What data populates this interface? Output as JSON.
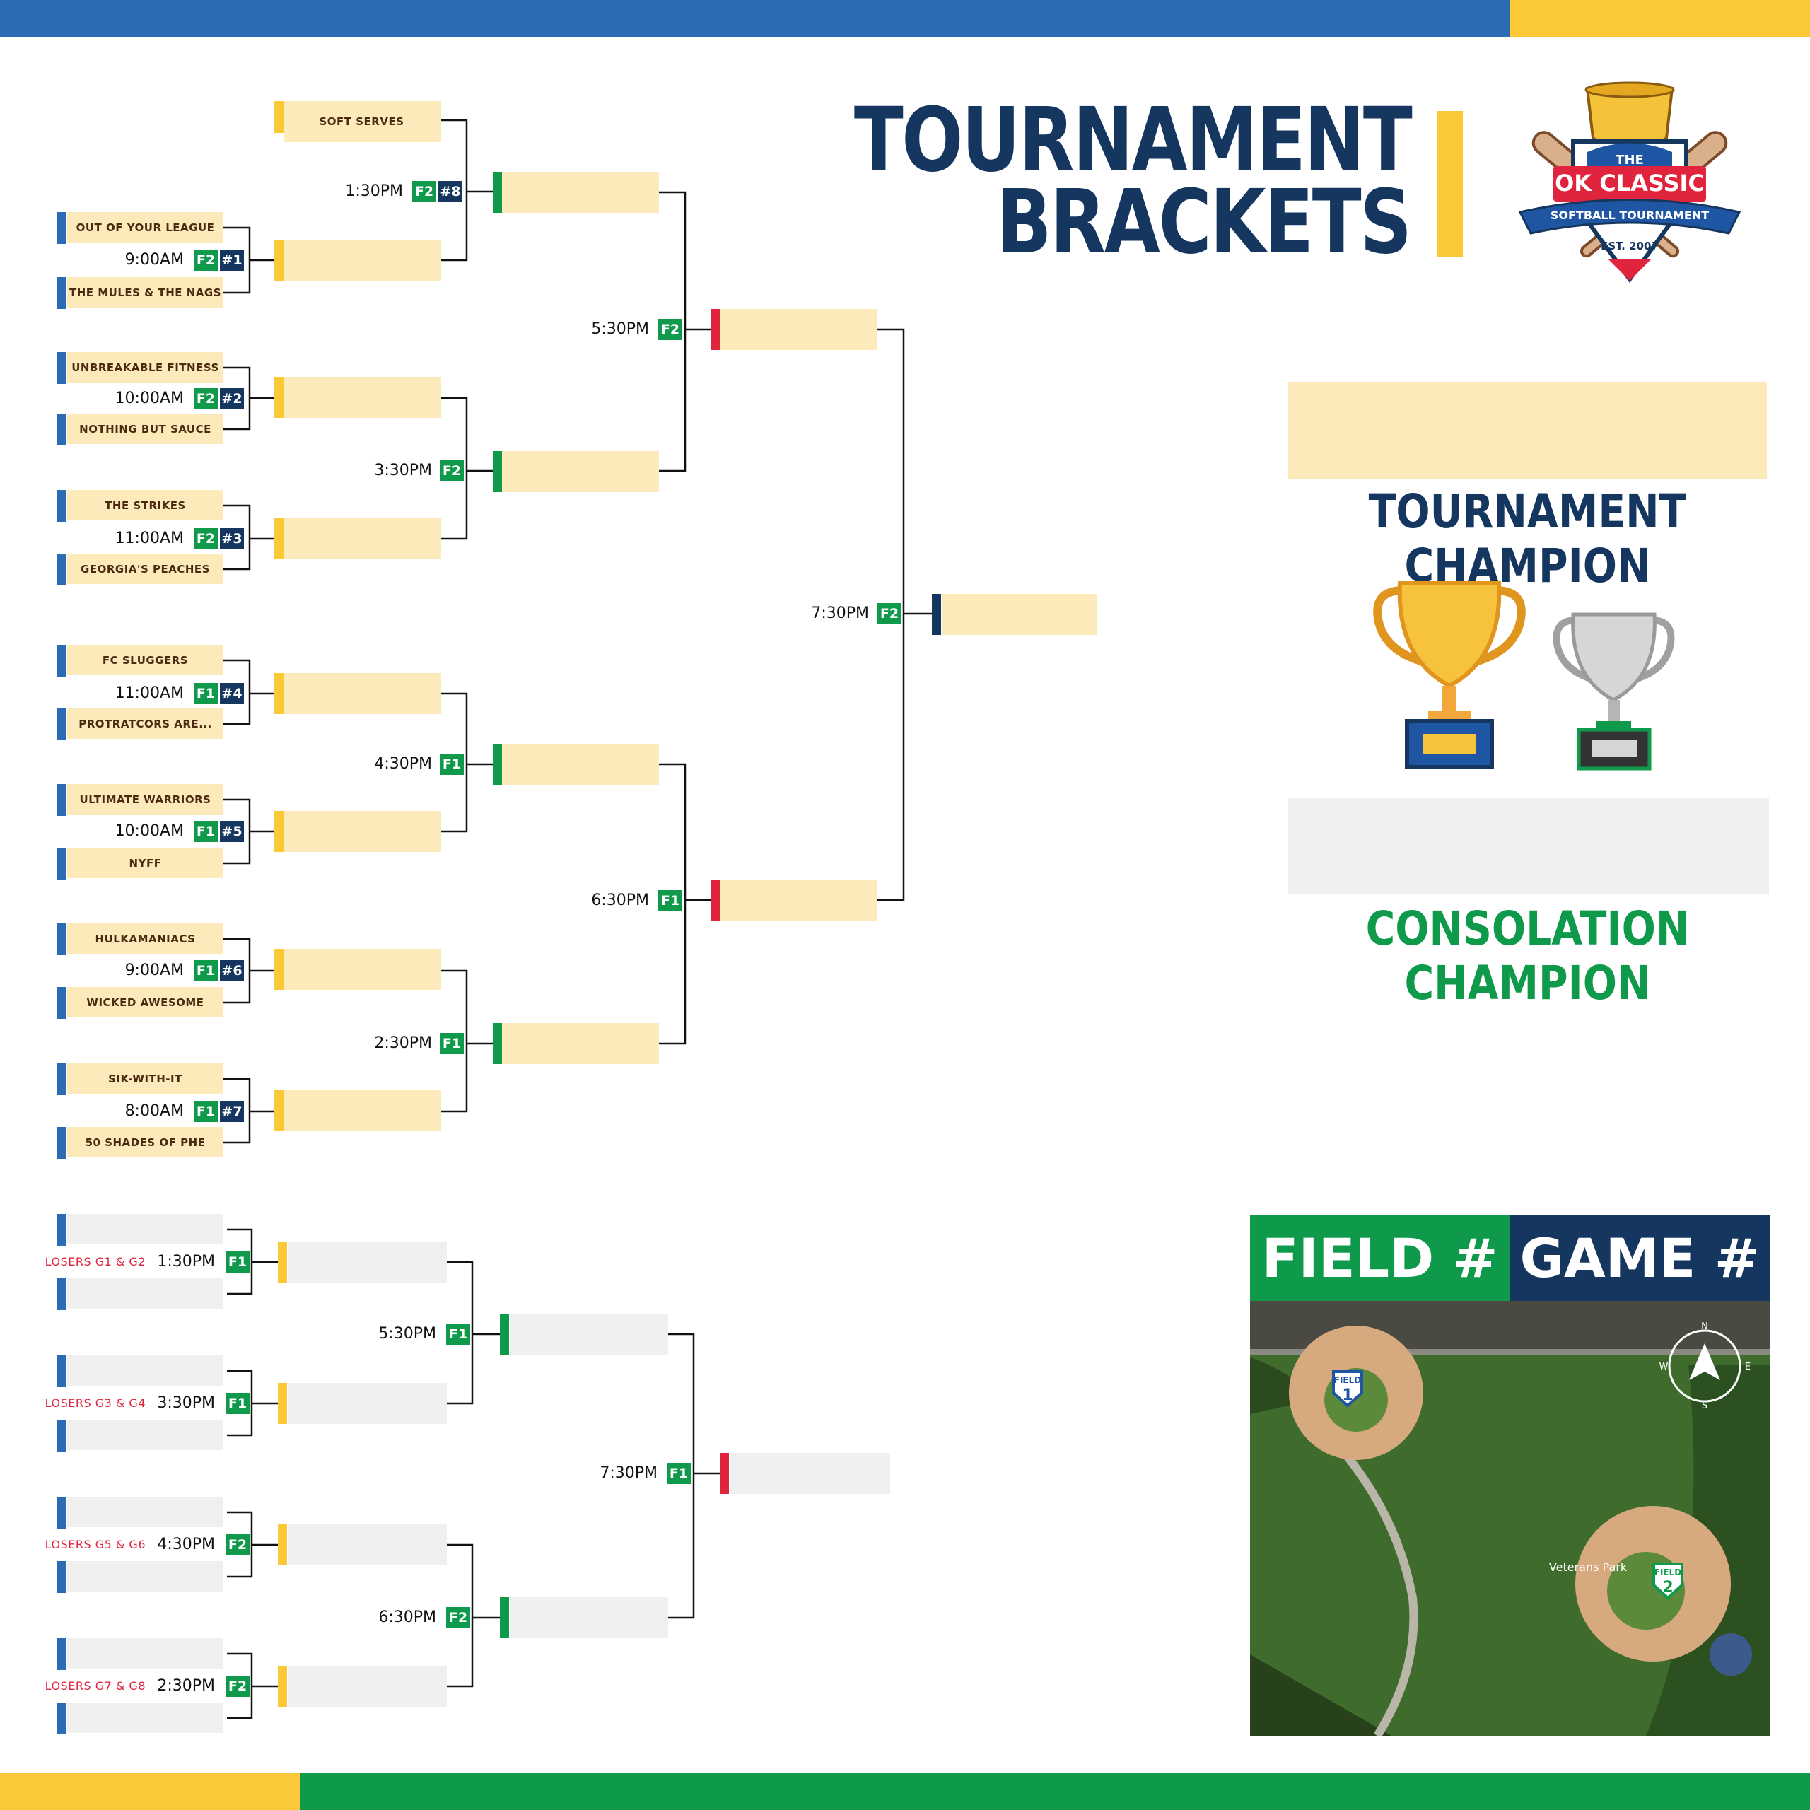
{
  "header": {
    "title_line1": "TOURNAMENT",
    "title_line2": "BRACKETS"
  },
  "logo": {
    "the": "THE",
    "name": "OK CLASSIC",
    "subtitle": "SOFTBALL TOURNAMENT",
    "established": "EST. 2007"
  },
  "champions": {
    "tournament_label": "TOURNAMENT CHAMPION",
    "consolation_label": "CONSOLATION CHAMPION"
  },
  "legend": {
    "field_label": "FIELD #",
    "game_label": "GAME #"
  },
  "map": {
    "park_label": "Veterans Park",
    "field1_label": "FIELD",
    "field1_number": "1",
    "field2_label": "FIELD",
    "field2_number": "2",
    "compass_n": "N",
    "compass_e": "E",
    "compass_s": "S",
    "compass_w": "W"
  },
  "round1": {
    "bye_team": "SOFT SERVES",
    "bye_time": "1:30PM",
    "bye_field": "F2",
    "bye_game": "#8",
    "games": [
      {
        "top": "OUT OF YOUR LEAGUE",
        "bottom": "THE MULES & THE NAGS",
        "time": "9:00AM",
        "field": "F2",
        "game": "#1"
      },
      {
        "top": "UNBREAKABLE FITNESS",
        "bottom": "NOTHING BUT SAUCE",
        "time": "10:00AM",
        "field": "F2",
        "game": "#2"
      },
      {
        "top": "THE STRIKES",
        "bottom": "GEORGIA'S PEACHES",
        "time": "11:00AM",
        "field": "F2",
        "game": "#3"
      },
      {
        "top": "FC SLUGGERS",
        "bottom": "PROTRATCORS ARE...",
        "time": "11:00AM",
        "field": "F1",
        "game": "#4"
      },
      {
        "top": "ULTIMATE WARRIORS",
        "bottom": "NYFF",
        "time": "10:00AM",
        "field": "F1",
        "game": "#5"
      },
      {
        "top": "HULKAMANIACS",
        "bottom": "WICKED AWESOME",
        "time": "9:00AM",
        "field": "F1",
        "game": "#6"
      },
      {
        "top": "SIK-WITH-IT",
        "bottom": "50 SHADES OF PHE",
        "time": "8:00AM",
        "field": "F1",
        "game": "#7"
      }
    ]
  },
  "round2": [
    {
      "time": "3:30PM",
      "field": "F2"
    },
    {
      "time": "4:30PM",
      "field": "F1"
    },
    {
      "time": "2:30PM",
      "field": "F1"
    }
  ],
  "semis": [
    {
      "time": "5:30PM",
      "field": "F2"
    },
    {
      "time": "6:30PM",
      "field": "F1"
    }
  ],
  "final": {
    "time": "7:30PM",
    "field": "F2"
  },
  "consolation": {
    "r1": [
      {
        "label": "LOSERS G1 & G2",
        "time": "1:30PM",
        "field": "F1"
      },
      {
        "label": "LOSERS G3 & G4",
        "time": "3:30PM",
        "field": "F1"
      },
      {
        "label": "LOSERS G5 & G6",
        "time": "4:30PM",
        "field": "F2"
      },
      {
        "label": "LOSERS G7 & G8",
        "time": "2:30PM",
        "field": "F2"
      }
    ],
    "r2": [
      {
        "time": "5:30PM",
        "field": "F1"
      },
      {
        "time": "6:30PM",
        "field": "F2"
      }
    ],
    "final": {
      "time": "7:30PM",
      "field": "F1"
    }
  }
}
